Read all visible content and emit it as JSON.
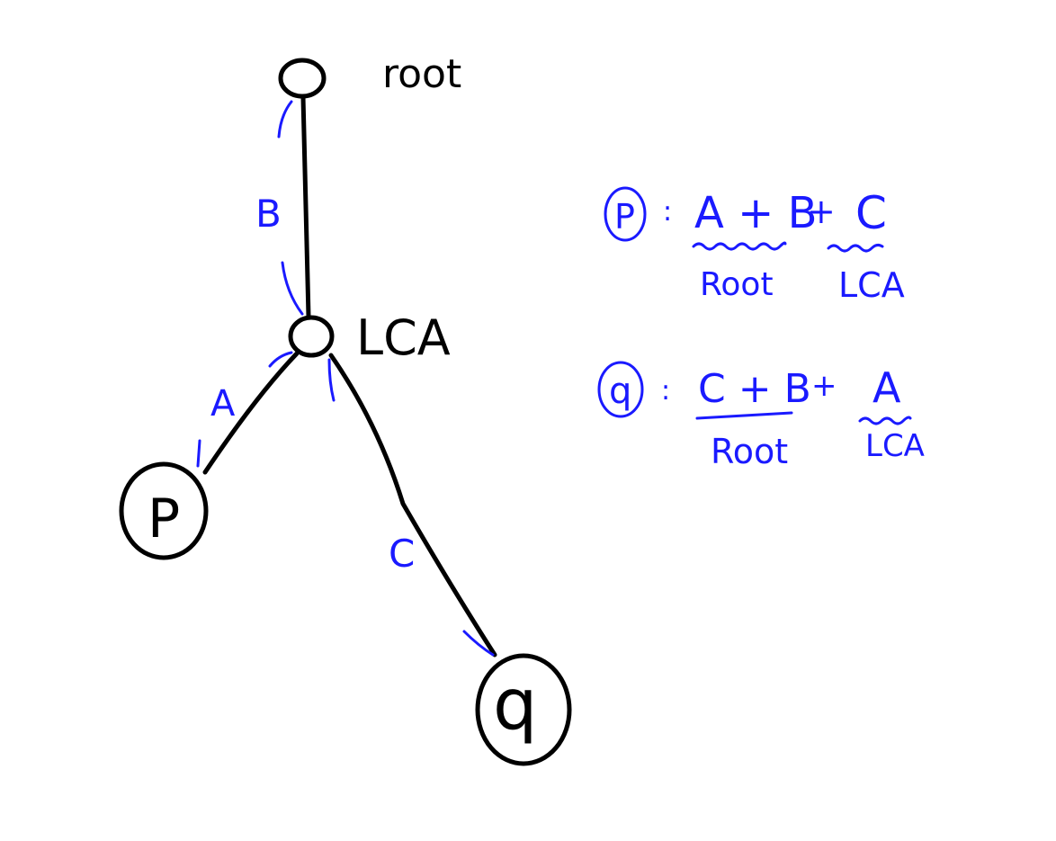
{
  "colors": {
    "tree_ink": "#000000",
    "annotation_ink": "#1a1aff",
    "background": "#ffffff"
  },
  "tree": {
    "root_label": "root",
    "lca_label": "LCA",
    "p_label": "P",
    "q_label": "q"
  },
  "edges": {
    "root_to_lca": "B",
    "lca_to_p": "A",
    "lca_to_q": "C"
  },
  "formulas": {
    "p": {
      "node": "P",
      "separator": ":",
      "term1": "A + B",
      "term1_under": "Root",
      "plus": "+",
      "term2": "C",
      "term2_under": "LCA"
    },
    "q": {
      "node": "q",
      "separator": ":",
      "term1": "C + B",
      "term1_under": "Root",
      "plus": "+",
      "term2": "A",
      "term2_under": "LCA"
    }
  }
}
